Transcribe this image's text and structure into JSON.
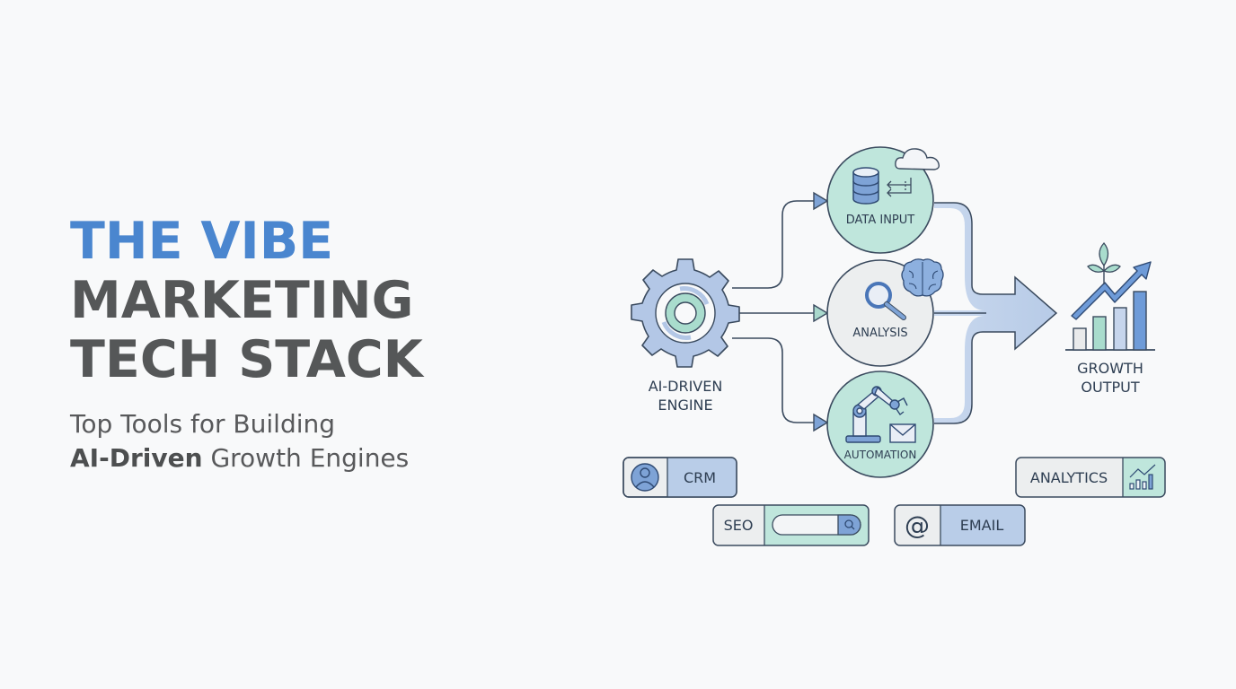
{
  "title": {
    "line1": "THE VIBE",
    "line2": "MARKETING",
    "line3": "TECH STACK",
    "subtitle_line1": "Top Tools for Building",
    "subtitle_bold": "AI-Driven",
    "subtitle_rest": " Growth Engines"
  },
  "diagram": {
    "engine": {
      "label_line1": "AI-DRIVEN",
      "label_line2": "ENGINE",
      "icon": "gear-icon"
    },
    "stages": [
      {
        "label": "DATA INPUT",
        "icon": "database-cloud-icon"
      },
      {
        "label": "ANALYSIS",
        "icon": "magnifier-brain-icon"
      },
      {
        "label": "AUTOMATION",
        "icon": "robot-arm-email-icon"
      }
    ],
    "output": {
      "label_line1": "GROWTH",
      "label_line2": "OUTPUT",
      "icon": "growth-chart-icon"
    }
  },
  "tools": [
    {
      "label": "CRM",
      "icon": "user-icon"
    },
    {
      "label": "SEO",
      "icon": "search-bar-icon"
    },
    {
      "label": "EMAIL",
      "icon": "at-icon"
    },
    {
      "label": "ANALYTICS",
      "icon": "analytics-chart-icon"
    }
  ],
  "colors": {
    "accent_blue": "#4a86cf",
    "title_gray": "#555758",
    "outline": "#3a4a5e",
    "mint": "#bfe6dc",
    "light_blue": "#b9cde8",
    "pale_gray": "#eceeef"
  }
}
